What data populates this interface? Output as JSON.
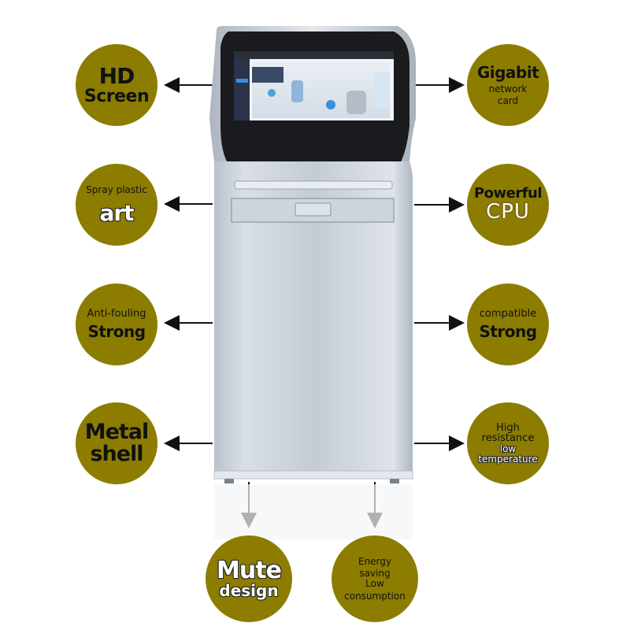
{
  "features": {
    "hd_screen": {
      "line1": "HD",
      "line2": "Screen"
    },
    "gigabit": {
      "line1": "Gigabit",
      "line2": "network",
      "line3": "card"
    },
    "spray": {
      "line1": "Spray plastic",
      "line2": "art"
    },
    "cpu": {
      "line1": "Powerful",
      "line2": "CPU"
    },
    "antifouling": {
      "line1": "Anti-fouling",
      "line2": "Strong"
    },
    "compatible": {
      "line1": "compatible",
      "line2": "Strong"
    },
    "metal": {
      "line1": "Metal",
      "line2": "shell"
    },
    "temperature": {
      "line1": "High",
      "line2": "resistance",
      "line3": "low",
      "line4": "temperature"
    },
    "mute": {
      "line1": "Mute",
      "line2": "design"
    },
    "energy": {
      "line1": "Energy",
      "line2": "saving",
      "line3": "Low",
      "line4": "consumption"
    }
  },
  "colors": {
    "circle": "#8c7d00",
    "kiosk_body": "#c9d1da",
    "screen_bezel": "#1b1b1f"
  }
}
